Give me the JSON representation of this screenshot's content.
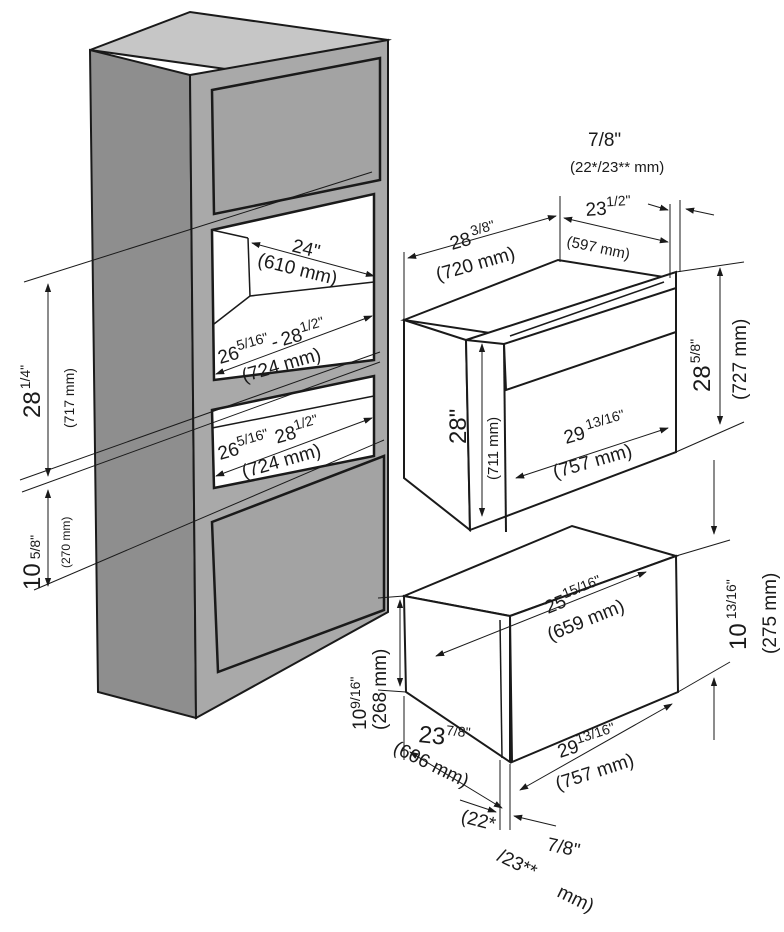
{
  "cabinet": {
    "oven_opening_width": "24\"",
    "oven_opening_width_mm": "(610 mm)",
    "oven_opening_depth": "26",
    "oven_opening_depth_frac": "5/16\"",
    "oven_opening_depth_dash": "-",
    "oven_opening_depth2": "28",
    "oven_opening_depth2_frac": "1/2\"",
    "oven_opening_depth_mm": "(724 mm)",
    "drawer_opening_depth": "26",
    "drawer_opening_depth_frac": "5/16\"",
    "drawer_opening_depth2": "28",
    "drawer_opening_depth2_frac": "1/2\"",
    "drawer_opening_depth_mm": "(724 mm)",
    "oven_opening_height": "28",
    "oven_opening_height_frac": "1/4\"",
    "oven_opening_height_mm": "(717 mm)",
    "drawer_opening_height": "10",
    "drawer_opening_height_frac": "5/8\"",
    "drawer_opening_height_mm": "(270 mm)"
  },
  "oven": {
    "front_offset": "7/8\"",
    "front_offset_mm": "(22*/23** mm)",
    "body_width": "23",
    "body_width_frac": "1/2\"",
    "body_width_mm": "(597 mm)",
    "depth": "28",
    "depth_frac": "3/8\"",
    "depth_mm": "(720 mm)",
    "height": "28",
    "height_frac": "5/8\"",
    "height_mm": "(727 mm)",
    "body_height": "28\"",
    "body_height_mm": "(711 mm)",
    "front_width": "29",
    "front_width_frac": "13/16\"",
    "front_width_mm": "(757 mm)"
  },
  "drawer": {
    "depth": "25",
    "depth_frac": "15/16\"",
    "depth_mm": "(659 mm)",
    "height": "10",
    "height_frac": "13/16\"",
    "height_mm": "(275 mm)",
    "body_height": "10",
    "body_height_frac": "9/16\"",
    "body_height_mm": "(268 mm)",
    "body_width": "23",
    "body_width_frac": "7/8\"",
    "body_width_mm": "(606 mm)",
    "front_width": "29",
    "front_width_frac": "13/16\"",
    "front_width_mm": "(757 mm)",
    "front_offset": "7/8\"",
    "front_offset_mm_1": "(22*",
    "front_offset_mm_2": "/23**",
    "front_offset_mm_3": "mm)"
  },
  "colors": {
    "cabinet_face": "#a9a9a9",
    "cabinet_side": "#8e8e8e",
    "cabinet_top": "#c6c6c6",
    "panel": "#a3a3a3",
    "appliance": "#ffffff",
    "line": "#1a1a1a"
  }
}
